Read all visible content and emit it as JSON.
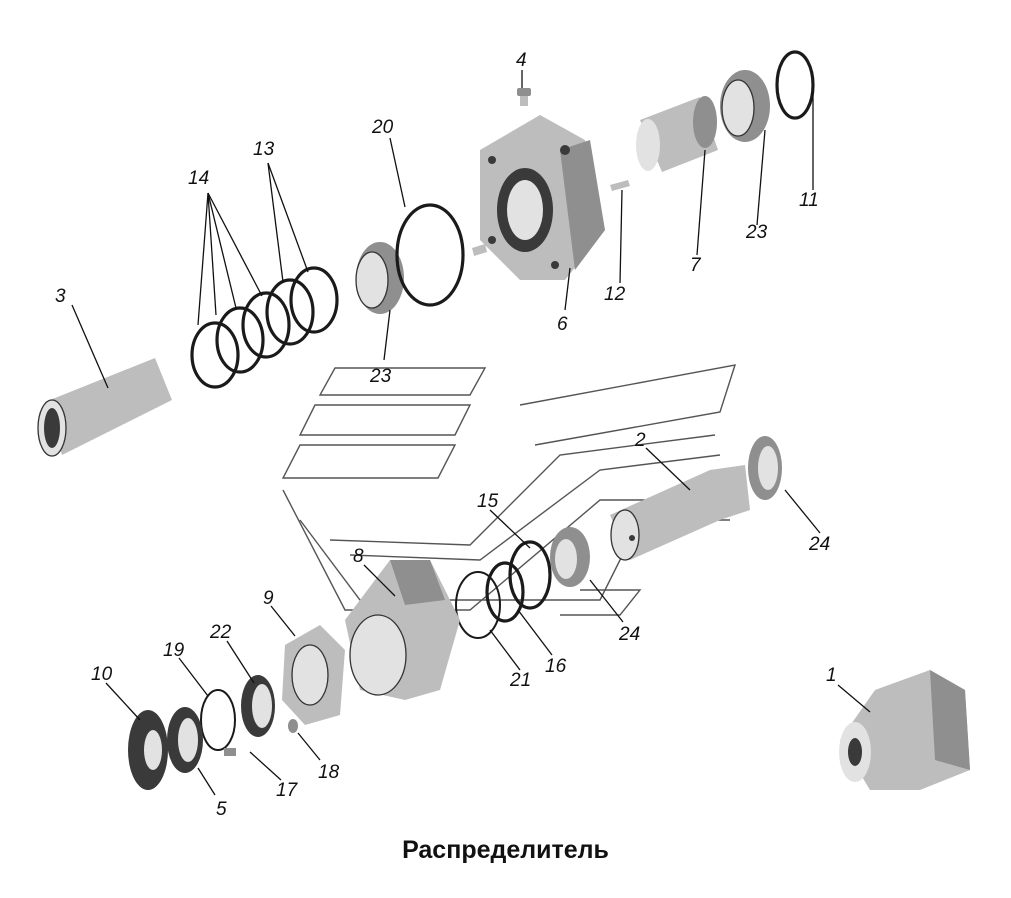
{
  "caption": "Распределитель",
  "callouts": [
    {
      "id": "1",
      "label": "1"
    },
    {
      "id": "2",
      "label": "2"
    },
    {
      "id": "3",
      "label": "3"
    },
    {
      "id": "4",
      "label": "4"
    },
    {
      "id": "5",
      "label": "5"
    },
    {
      "id": "6",
      "label": "6"
    },
    {
      "id": "7",
      "label": "7"
    },
    {
      "id": "8",
      "label": "8"
    },
    {
      "id": "9",
      "label": "9"
    },
    {
      "id": "10",
      "label": "10"
    },
    {
      "id": "11",
      "label": "11"
    },
    {
      "id": "12",
      "label": "12"
    },
    {
      "id": "13",
      "label": "13"
    },
    {
      "id": "14",
      "label": "14"
    },
    {
      "id": "15",
      "label": "15"
    },
    {
      "id": "16",
      "label": "16"
    },
    {
      "id": "17",
      "label": "17"
    },
    {
      "id": "18",
      "label": "18"
    },
    {
      "id": "19",
      "label": "19"
    },
    {
      "id": "20",
      "label": "20"
    },
    {
      "id": "21",
      "label": "21"
    },
    {
      "id": "22",
      "label": "22"
    },
    {
      "id": "23a",
      "label": "23"
    },
    {
      "id": "23b",
      "label": "23"
    },
    {
      "id": "23c",
      "label": "23"
    },
    {
      "id": "24a",
      "label": "24"
    },
    {
      "id": "24b",
      "label": "24"
    }
  ]
}
